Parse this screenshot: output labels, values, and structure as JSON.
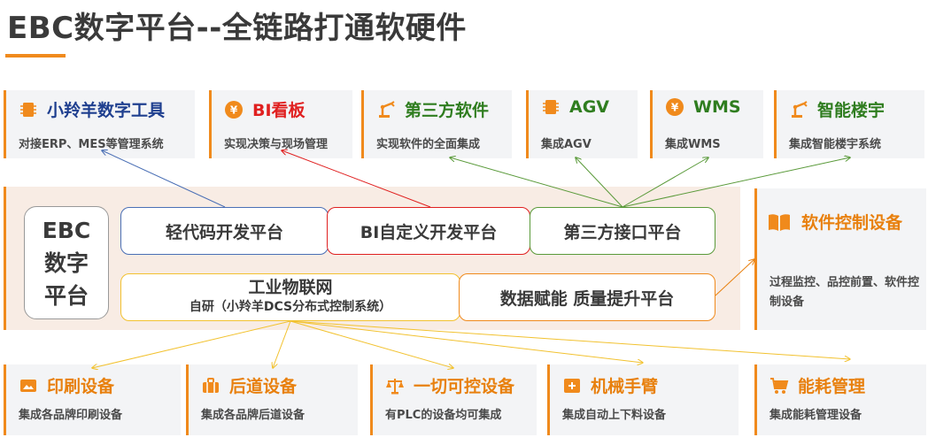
{
  "title": "EBC数字平台--全链路打通软硬件",
  "top_cards": [
    {
      "name": "小羚羊数字工具",
      "desc": "对接ERP、MES等管理系统",
      "name_color": "#1f3f8f",
      "icon": "chip-icon"
    },
    {
      "name": "BI看板",
      "desc": "实现决策与现场管理",
      "name_color": "#e02020",
      "icon": "yen-coin-icon"
    },
    {
      "name": "第三方软件",
      "desc": "实现软件的全面集成",
      "name_color": "#2f7d1f",
      "icon": "robot-arm-icon"
    },
    {
      "name": "AGV",
      "desc": "集成AGV",
      "name_color": "#2f7d1f",
      "icon": "chip-icon"
    },
    {
      "name": "WMS",
      "desc": "集成WMS",
      "name_color": "#2f7d1f",
      "icon": "yen-coin-icon"
    },
    {
      "name": "智能楼宇",
      "desc": "集成智能楼宇系统",
      "name_color": "#2f7d1f",
      "icon": "robot-arm-icon"
    }
  ],
  "center": {
    "ebc_label": "EBC\n数字\n平台",
    "platforms": {
      "low_code": "轻代码开发平台",
      "bi_custom": "BI自定义开发平台",
      "third_party_api": "第三方接口平台",
      "iiot_title": "工业物联网",
      "iiot_sub": "自研（小羚羊DCS分布式控制系统）",
      "data_quality": "数据赋能 质量提升平台"
    }
  },
  "right_card": {
    "name": "软件控制设备",
    "desc": "过程监控、品控前置、软件控制设备",
    "icon": "book-icon"
  },
  "bottom_cards": [
    {
      "name": "印刷设备",
      "desc": "集成各品牌印刷设备",
      "icon": "image-frame-icon"
    },
    {
      "name": "后道设备",
      "desc": "集成各品牌后道设备",
      "icon": "luggage-icon"
    },
    {
      "name": "一切可控设备",
      "desc": "有PLC的设备均可集成",
      "icon": "scale-icon"
    },
    {
      "name": "机械手臂",
      "desc": "集成自动上下料设备",
      "icon": "plus-box-icon"
    },
    {
      "name": "能耗管理",
      "desc": "集成能耗管理设备",
      "icon": "cart-icon"
    }
  ],
  "colors": {
    "accent_orange": "#f08a1c",
    "blue_line": "#4a6fb5",
    "red_line": "#e02020",
    "green_line": "#5a9a3a",
    "yellow_line": "#f2c230"
  }
}
